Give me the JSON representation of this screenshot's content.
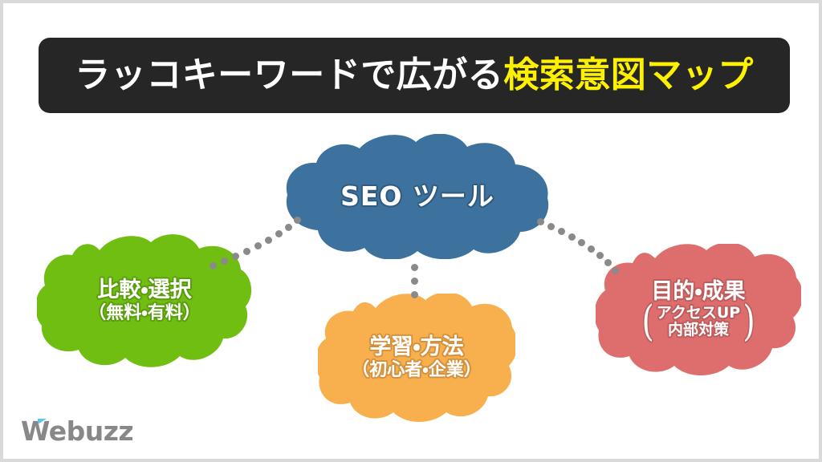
{
  "slide": {
    "background": "#ffffff",
    "border_color": "#d9d9d9"
  },
  "header": {
    "background": "#262626",
    "title_part_1": "ラッコキーワードで広がる",
    "title_part_2": "検索意図マップ",
    "title_part_1_color": "#ffffff",
    "title_part_2_color": "#fdf000"
  },
  "map": {
    "center": {
      "label": "SEO ツール",
      "color": "#3d719e",
      "outline": "#2f5a7d"
    },
    "branches": [
      {
        "id": "compare",
        "main": "比較・選択",
        "sub": "（無料・有料）",
        "color": "#6fbe11",
        "outline": "#5a9c0d"
      },
      {
        "id": "learn",
        "main": "学習・方法",
        "sub": "（初心者・企業）",
        "color": "#f8b04e",
        "outline": "#d4913d"
      },
      {
        "id": "goal",
        "main": "目的・成果",
        "sub_line_1": "アクセスUP",
        "sub_line_2": "内部対策",
        "paren_open": "(",
        "paren_close": ")",
        "color": "#de6e6e",
        "outline": "#bd5c5c"
      }
    ],
    "connector_color": "#8a8a8a"
  },
  "logo": {
    "text": "Webuzz",
    "text_color": "#888888",
    "accent_color": "#5bc8e8"
  }
}
